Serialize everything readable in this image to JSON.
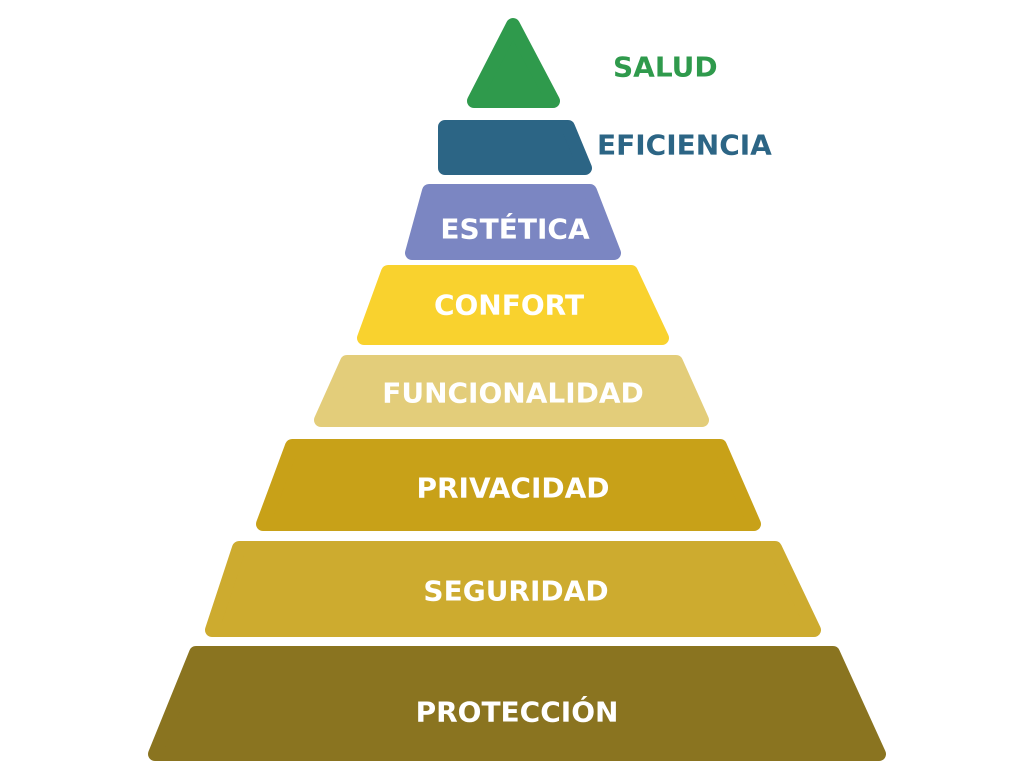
{
  "pyramid": {
    "tiers": [
      {
        "label": "SALUD",
        "color": "#2f9a4c",
        "label_color": "#2f9a4c",
        "label_position": "outside-right"
      },
      {
        "label": "EFICIENCIA",
        "color": "#2c6585",
        "label_color": "#2c6585",
        "label_position": "outside-right"
      },
      {
        "label": "ESTÉTICA",
        "color": "#7b86c2",
        "label_color": "#ffffff",
        "label_position": "inside"
      },
      {
        "label": "CONFORT",
        "color": "#f9d22e",
        "label_color": "#ffffff",
        "label_position": "inside"
      },
      {
        "label": "FUNCIONALIDAD",
        "color": "#e3cd7a",
        "label_color": "#ffffff",
        "label_position": "inside"
      },
      {
        "label": "PRIVACIDAD",
        "color": "#c8a118",
        "label_color": "#ffffff",
        "label_position": "inside"
      },
      {
        "label": "SEGURIDAD",
        "color": "#cdab2f",
        "label_color": "#ffffff",
        "label_position": "inside"
      },
      {
        "label": "PROTECCIÓN",
        "color": "#8a7420",
        "label_color": "#ffffff",
        "label_position": "inside"
      }
    ]
  }
}
